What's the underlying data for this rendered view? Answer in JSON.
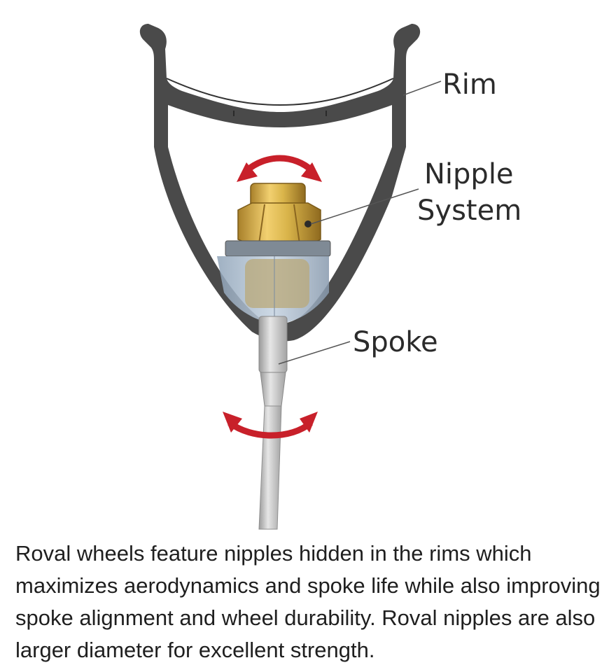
{
  "labels": {
    "rim": "Rim",
    "nipple_line1": "Nipple",
    "nipple_line2": "System",
    "spoke": "Spoke"
  },
  "caption": "Roval wheels feature nipples hidden in the rims which maximizes aerodynamics and spoke life while also improving spoke alignment and wheel durability. Roval nipples are also larger diameter for excellent strength.",
  "colors": {
    "rim": "#4a4a4a",
    "nipple": "#d9b44a",
    "washer": "#9aa8b6",
    "spoke": "#bcbcbc",
    "arrow": "#c8202a",
    "leader": "#555555"
  }
}
